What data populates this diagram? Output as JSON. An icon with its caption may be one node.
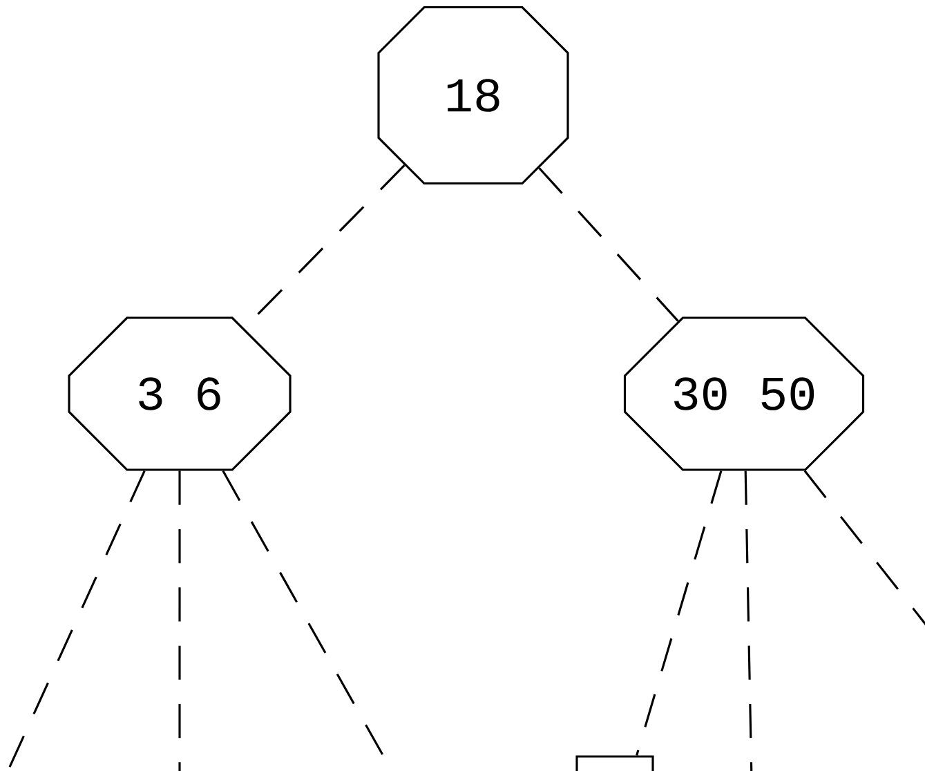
{
  "diagram": {
    "nodes": [
      {
        "text": [
          "18"
        ]
      },
      {
        "text": [
          "3 6"
        ]
      },
      {
        "text": [
          "30 50"
        ]
      },
      {
        "text": [],
        "shape": "octagon"
      }
    ],
    "edges": [
      {
        "from": 0,
        "to": 1,
        "arrow": "none"
      },
      {
        "from": 0,
        "to": 2,
        "arrow": "none"
      },
      {
        "from": 1,
        "to": null,
        "arrow": "none"
      },
      {
        "from": 1,
        "to": null,
        "arrow": "none"
      },
      {
        "from": 1,
        "to": null,
        "arrow": "none"
      },
      {
        "from": 2,
        "to": 3,
        "arrow": "none"
      },
      {
        "from": 2,
        "to": null,
        "arrow": "none"
      },
      {
        "from": 2,
        "to": null,
        "arrow": "none"
      }
    ]
  }
}
